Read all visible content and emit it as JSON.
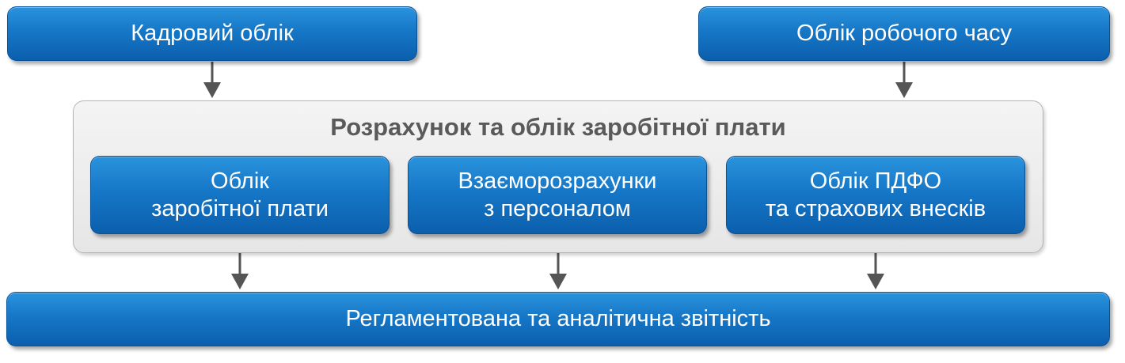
{
  "top": {
    "left_box": "Кадровий облік",
    "right_box": "Облік робочого часу"
  },
  "center": {
    "title": "Розрахунок та облік заробітної плати",
    "modules": [
      "Облік\nзаробітної плати",
      "Взаєморозрахунки\nз персоналом",
      "Облік ПДФО\nта страхових внесків"
    ]
  },
  "bottom": {
    "box": "Регламентована та аналітична звітність"
  },
  "colors": {
    "box_blue": "#1677c7",
    "arrow_gray": "#555555",
    "title_gray": "#5a5a5a"
  }
}
